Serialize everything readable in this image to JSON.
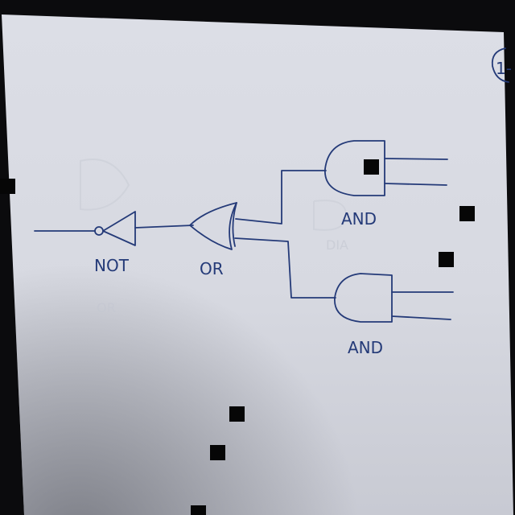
{
  "page": {
    "corner_mark": "1-",
    "paper_color": "#d8dbe3",
    "ink_color": "#243a78",
    "background_color": "#0b0b0d"
  },
  "gates": {
    "not_label": "NOT",
    "or_label": "OR",
    "and_top_label": "AND",
    "and_bottom_label": "AND"
  }
}
